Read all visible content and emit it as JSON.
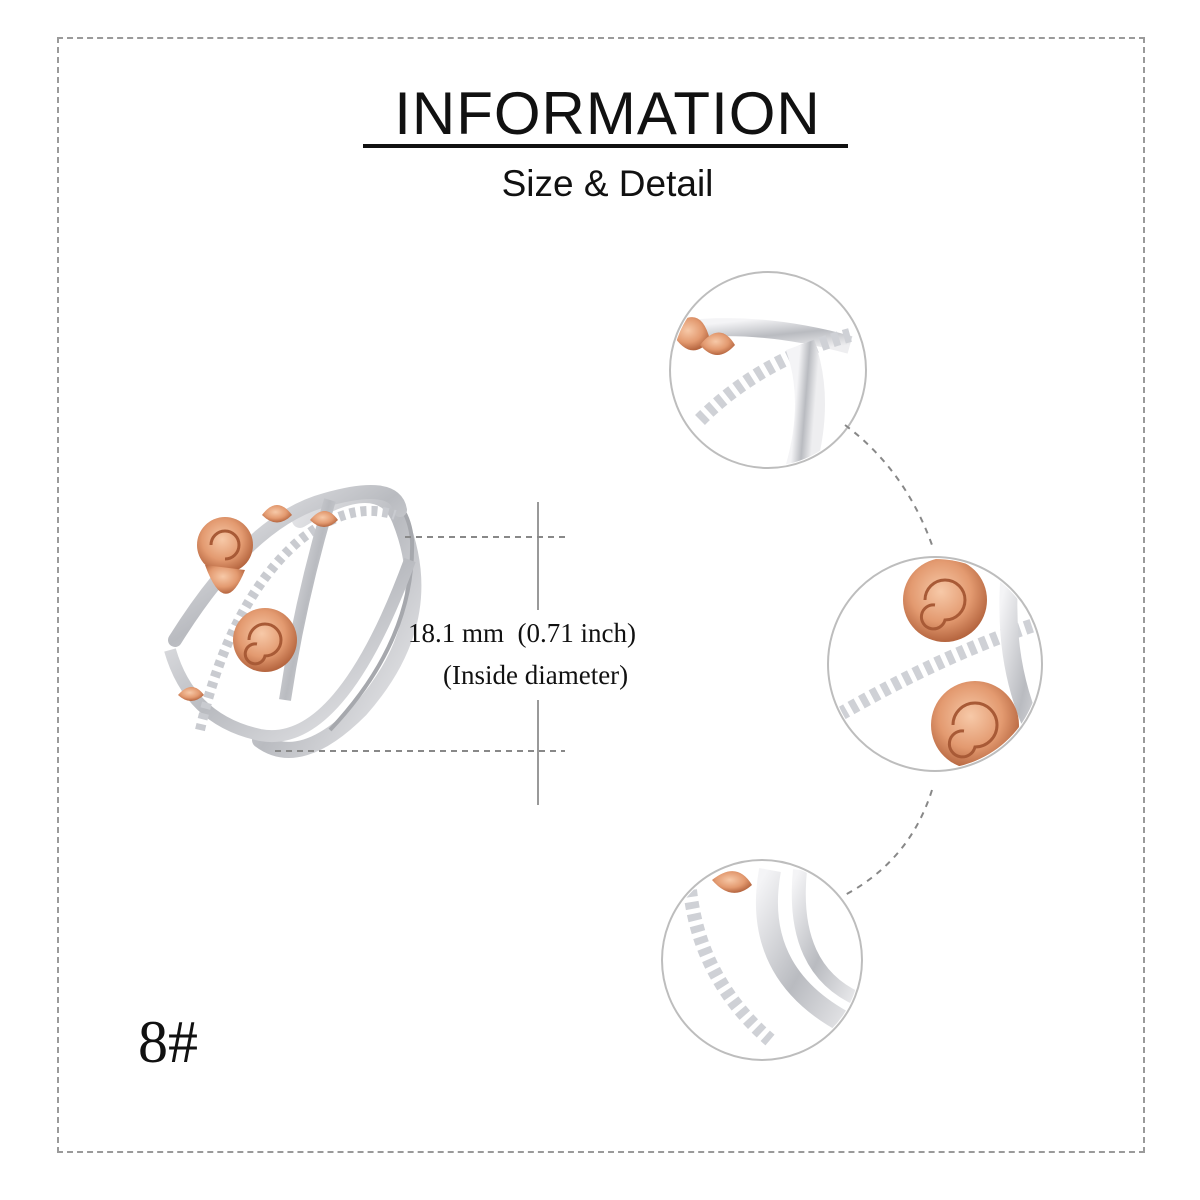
{
  "header": {
    "title": "INFORMATION",
    "subtitle": "Size & Detail"
  },
  "measurement": {
    "line1": "18.1 mm  (0.71 inch)",
    "line2": "(Inside diameter)"
  },
  "size_label": "8#",
  "colors": {
    "silver": "#d9dadd",
    "silver_dark": "#8f9196",
    "rose_gold": "#e5a07a",
    "rose_gold_dark": "#b8663f",
    "frame": "#9a9a9a"
  }
}
